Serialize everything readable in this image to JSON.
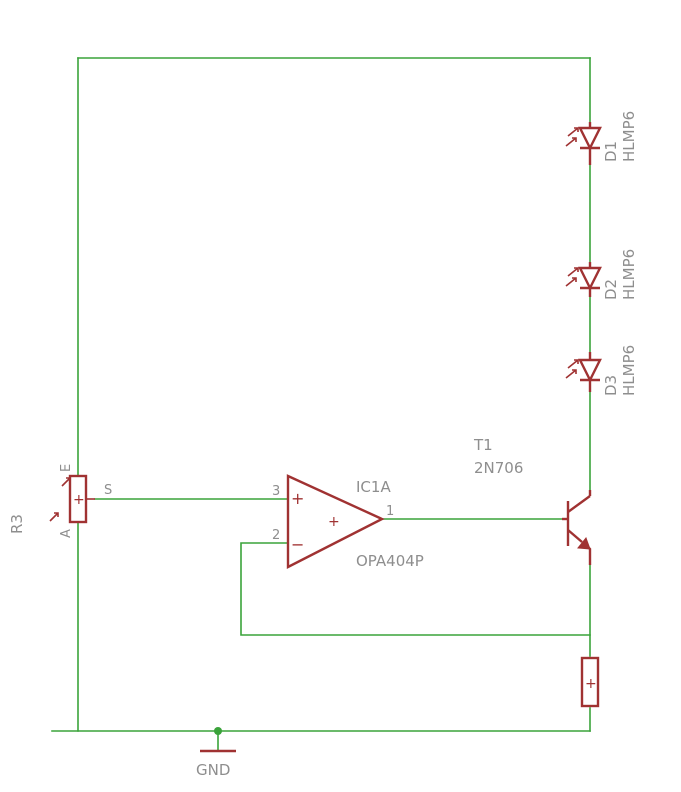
{
  "colors": {
    "wire": "#3aa33a",
    "part": "#a03232",
    "label": "#8e8e8e",
    "junction": "#3aa33a",
    "background": "#ffffff"
  },
  "labels": {
    "d1_name": "D1",
    "d1_value": "HLMP6",
    "d2_name": "D2",
    "d2_value": "HLMP6",
    "d3_name": "D3",
    "d3_value": "HLMP6",
    "t1_name": "T1",
    "t1_value": "2N706",
    "ic_name": "IC1A",
    "ic_value": "OPA404P",
    "r3_name": "R3",
    "gnd": "GND"
  },
  "pins": {
    "pot_e": "E",
    "pot_a": "A",
    "pot_s": "S",
    "op_in_plus": "3",
    "op_in_minus": "2",
    "op_out": "1",
    "op_plus_sign": "+",
    "op_minus_sign": "−",
    "op_center_plus": "+",
    "pot_plus": "+",
    "r_plus": "+"
  }
}
